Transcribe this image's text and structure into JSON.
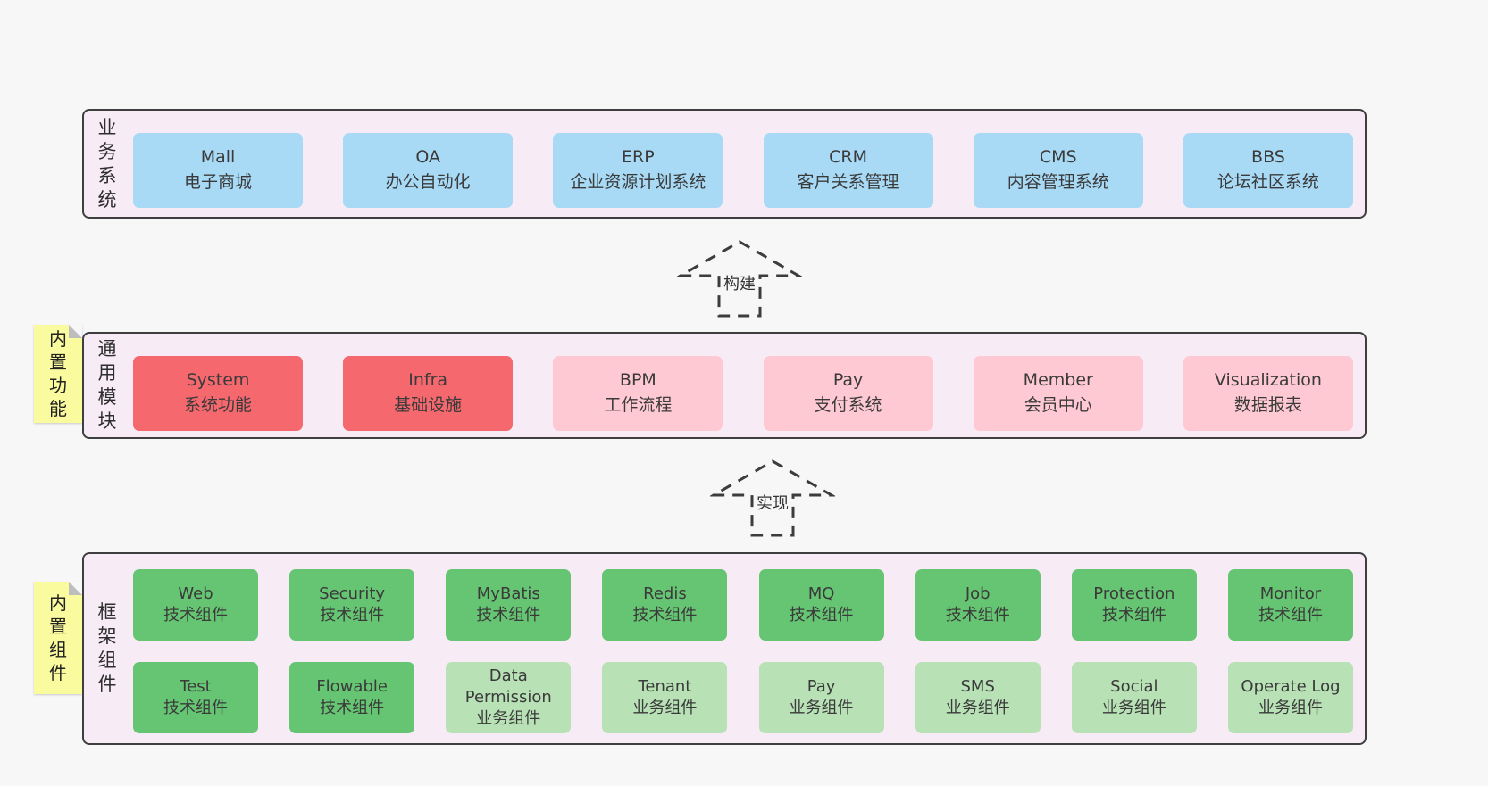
{
  "colors": {
    "page_bg": "#f7f7f7",
    "panel_bg": "#f7ecf5",
    "panel_border": "#3f3f3f",
    "blue": "#a8daf6",
    "red": "#f5686d",
    "pink": "#fec9d3",
    "green_dark": "#66c573",
    "green_light": "#b8e2b6",
    "sticky_yellow": "#fafa9e",
    "text": "#3a3a3a"
  },
  "arrows": [
    {
      "label": "构建"
    },
    {
      "label": "实现"
    }
  ],
  "layers": [
    {
      "name": "business-systems",
      "side_label": "业务系统",
      "rows": [
        [
          {
            "title": "Mall",
            "subtitle": "电子商城",
            "variant": "blue"
          },
          {
            "title": "OA",
            "subtitle": "办公自动化",
            "variant": "blue"
          },
          {
            "title": "ERP",
            "subtitle": "企业资源计划系统",
            "variant": "blue"
          },
          {
            "title": "CRM",
            "subtitle": "客户关系管理",
            "variant": "blue"
          },
          {
            "title": "CMS",
            "subtitle": "内容管理系统",
            "variant": "blue"
          },
          {
            "title": "BBS",
            "subtitle": "论坛社区系统",
            "variant": "blue"
          }
        ]
      ]
    },
    {
      "name": "common-modules",
      "side_label": "通用模块",
      "sticky": "内置功能",
      "rows": [
        [
          {
            "title": "System",
            "subtitle": "系统功能",
            "variant": "red"
          },
          {
            "title": "Infra",
            "subtitle": "基础设施",
            "variant": "red"
          },
          {
            "title": "BPM",
            "subtitle": "工作流程",
            "variant": "pink"
          },
          {
            "title": "Pay",
            "subtitle": "支付系统",
            "variant": "pink"
          },
          {
            "title": "Member",
            "subtitle": "会员中心",
            "variant": "pink"
          },
          {
            "title": "Visualization",
            "subtitle": "数据报表",
            "variant": "pink"
          }
        ]
      ]
    },
    {
      "name": "framework-components",
      "side_label": "框架组件",
      "sticky": "内置组件",
      "rows": [
        [
          {
            "title": "Web",
            "subtitle": "技术组件",
            "variant": "green"
          },
          {
            "title": "Security",
            "subtitle": "技术组件",
            "variant": "green"
          },
          {
            "title": "MyBatis",
            "subtitle": "技术组件",
            "variant": "green"
          },
          {
            "title": "Redis",
            "subtitle": "技术组件",
            "variant": "green"
          },
          {
            "title": "MQ",
            "subtitle": "技术组件",
            "variant": "green"
          },
          {
            "title": "Job",
            "subtitle": "技术组件",
            "variant": "green"
          },
          {
            "title": "Protection",
            "subtitle": "技术组件",
            "variant": "green"
          },
          {
            "title": "Monitor",
            "subtitle": "技术组件",
            "variant": "green"
          }
        ],
        [
          {
            "title": "Test",
            "subtitle": "技术组件",
            "variant": "green"
          },
          {
            "title": "Flowable",
            "subtitle": "技术组件",
            "variant": "green"
          },
          {
            "title": "Data Permission",
            "subtitle": "业务组件",
            "variant": "green-light"
          },
          {
            "title": "Tenant",
            "subtitle": "业务组件",
            "variant": "green-light"
          },
          {
            "title": "Pay",
            "subtitle": "业务组件",
            "variant": "green-light"
          },
          {
            "title": "SMS",
            "subtitle": "业务组件",
            "variant": "green-light"
          },
          {
            "title": "Social",
            "subtitle": "业务组件",
            "variant": "green-light"
          },
          {
            "title": "Operate Log",
            "subtitle": "业务组件",
            "variant": "green-light"
          }
        ]
      ]
    }
  ]
}
